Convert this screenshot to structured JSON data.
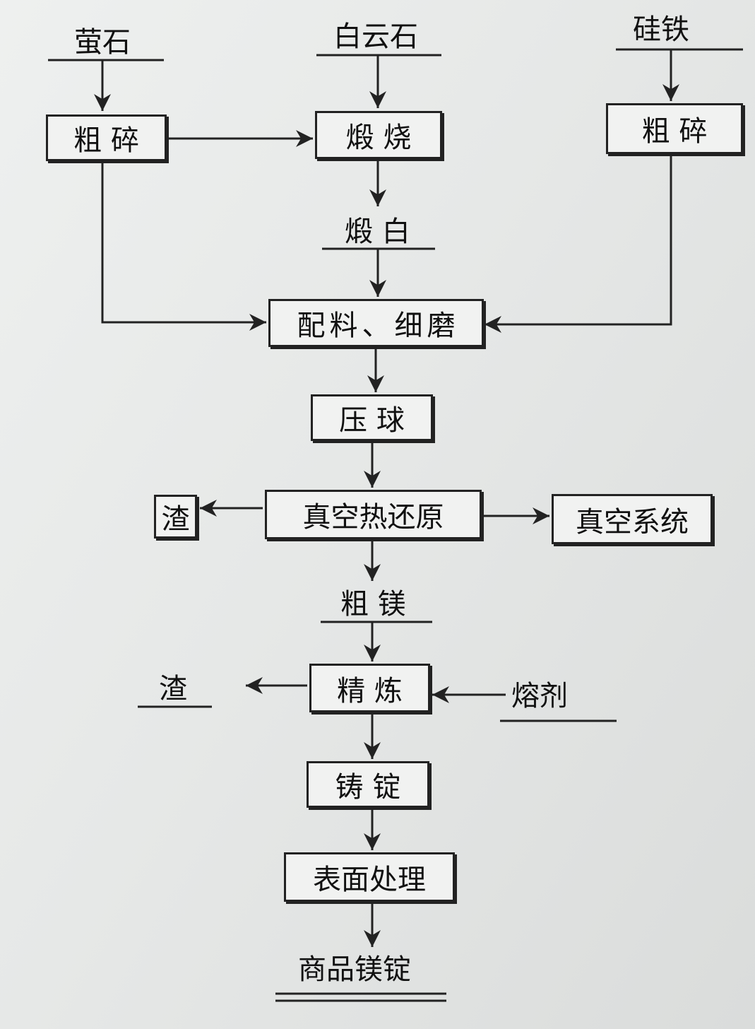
{
  "inputs": {
    "fluorite": "萤石",
    "dolomite": "白云石",
    "ferrosilicon": "硅铁",
    "flux": "熔剂"
  },
  "steps": {
    "crush_left": "粗 碎",
    "calcine": "煅 烧",
    "crush_right": "粗 碎",
    "batch_grind": "配料、细磨",
    "briquette": "压 球",
    "vacuum_reduction": "真空热还原",
    "slag_box": "渣",
    "vacuum_system": "真空系统",
    "refining": "精 炼",
    "casting": "铸 锭",
    "surface_treatment": "表面处理"
  },
  "intermediates": {
    "calcined_dolomite": "煅 白",
    "crude_magnesium": "粗 镁",
    "refining_slag": "渣",
    "product": "商品镁锭"
  },
  "colors": {
    "line": "#222222",
    "box_fill": "#f1f2f1",
    "paper": "#e9ebea"
  }
}
